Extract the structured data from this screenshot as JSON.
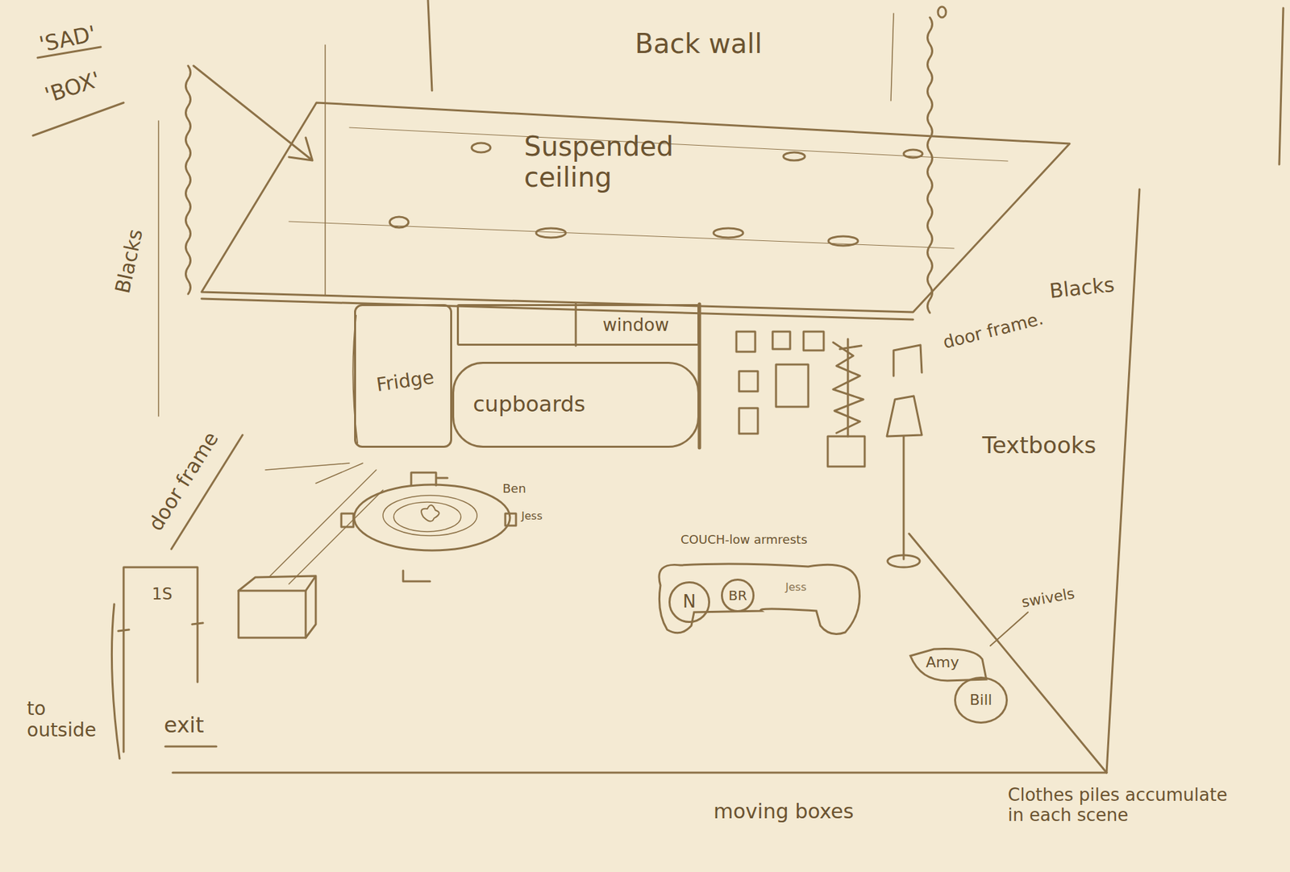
{
  "diagram": {
    "nodes": [
      {
        "text": [
          "Fridge"
        ]
      },
      {
        "text": [
          "window"
        ]
      },
      {
        "text": [
          "cupboards"
        ]
      },
      {
        "text": [
          "COUCH-low armrests",
          "Jess"
        ]
      },
      {
        "text": [
          "N"
        ],
        "in": 3
      },
      {
        "text": [
          "BR"
        ],
        "in": 3
      },
      {
        "text": [
          "Amy"
        ]
      },
      {
        "text": [
          "Bill"
        ]
      }
    ],
    "labels": [
      "'SAD'",
      "'BOX'",
      "Back wall",
      "Suspended ceiling",
      "Blacks",
      "Blacks",
      "door frame.",
      "Textbooks",
      "Ben",
      "Jess",
      "swivels",
      "door frame",
      "1S",
      "exit",
      "to outside",
      "moving boxes",
      "Clothes piles accumulate in each scene"
    ]
  }
}
